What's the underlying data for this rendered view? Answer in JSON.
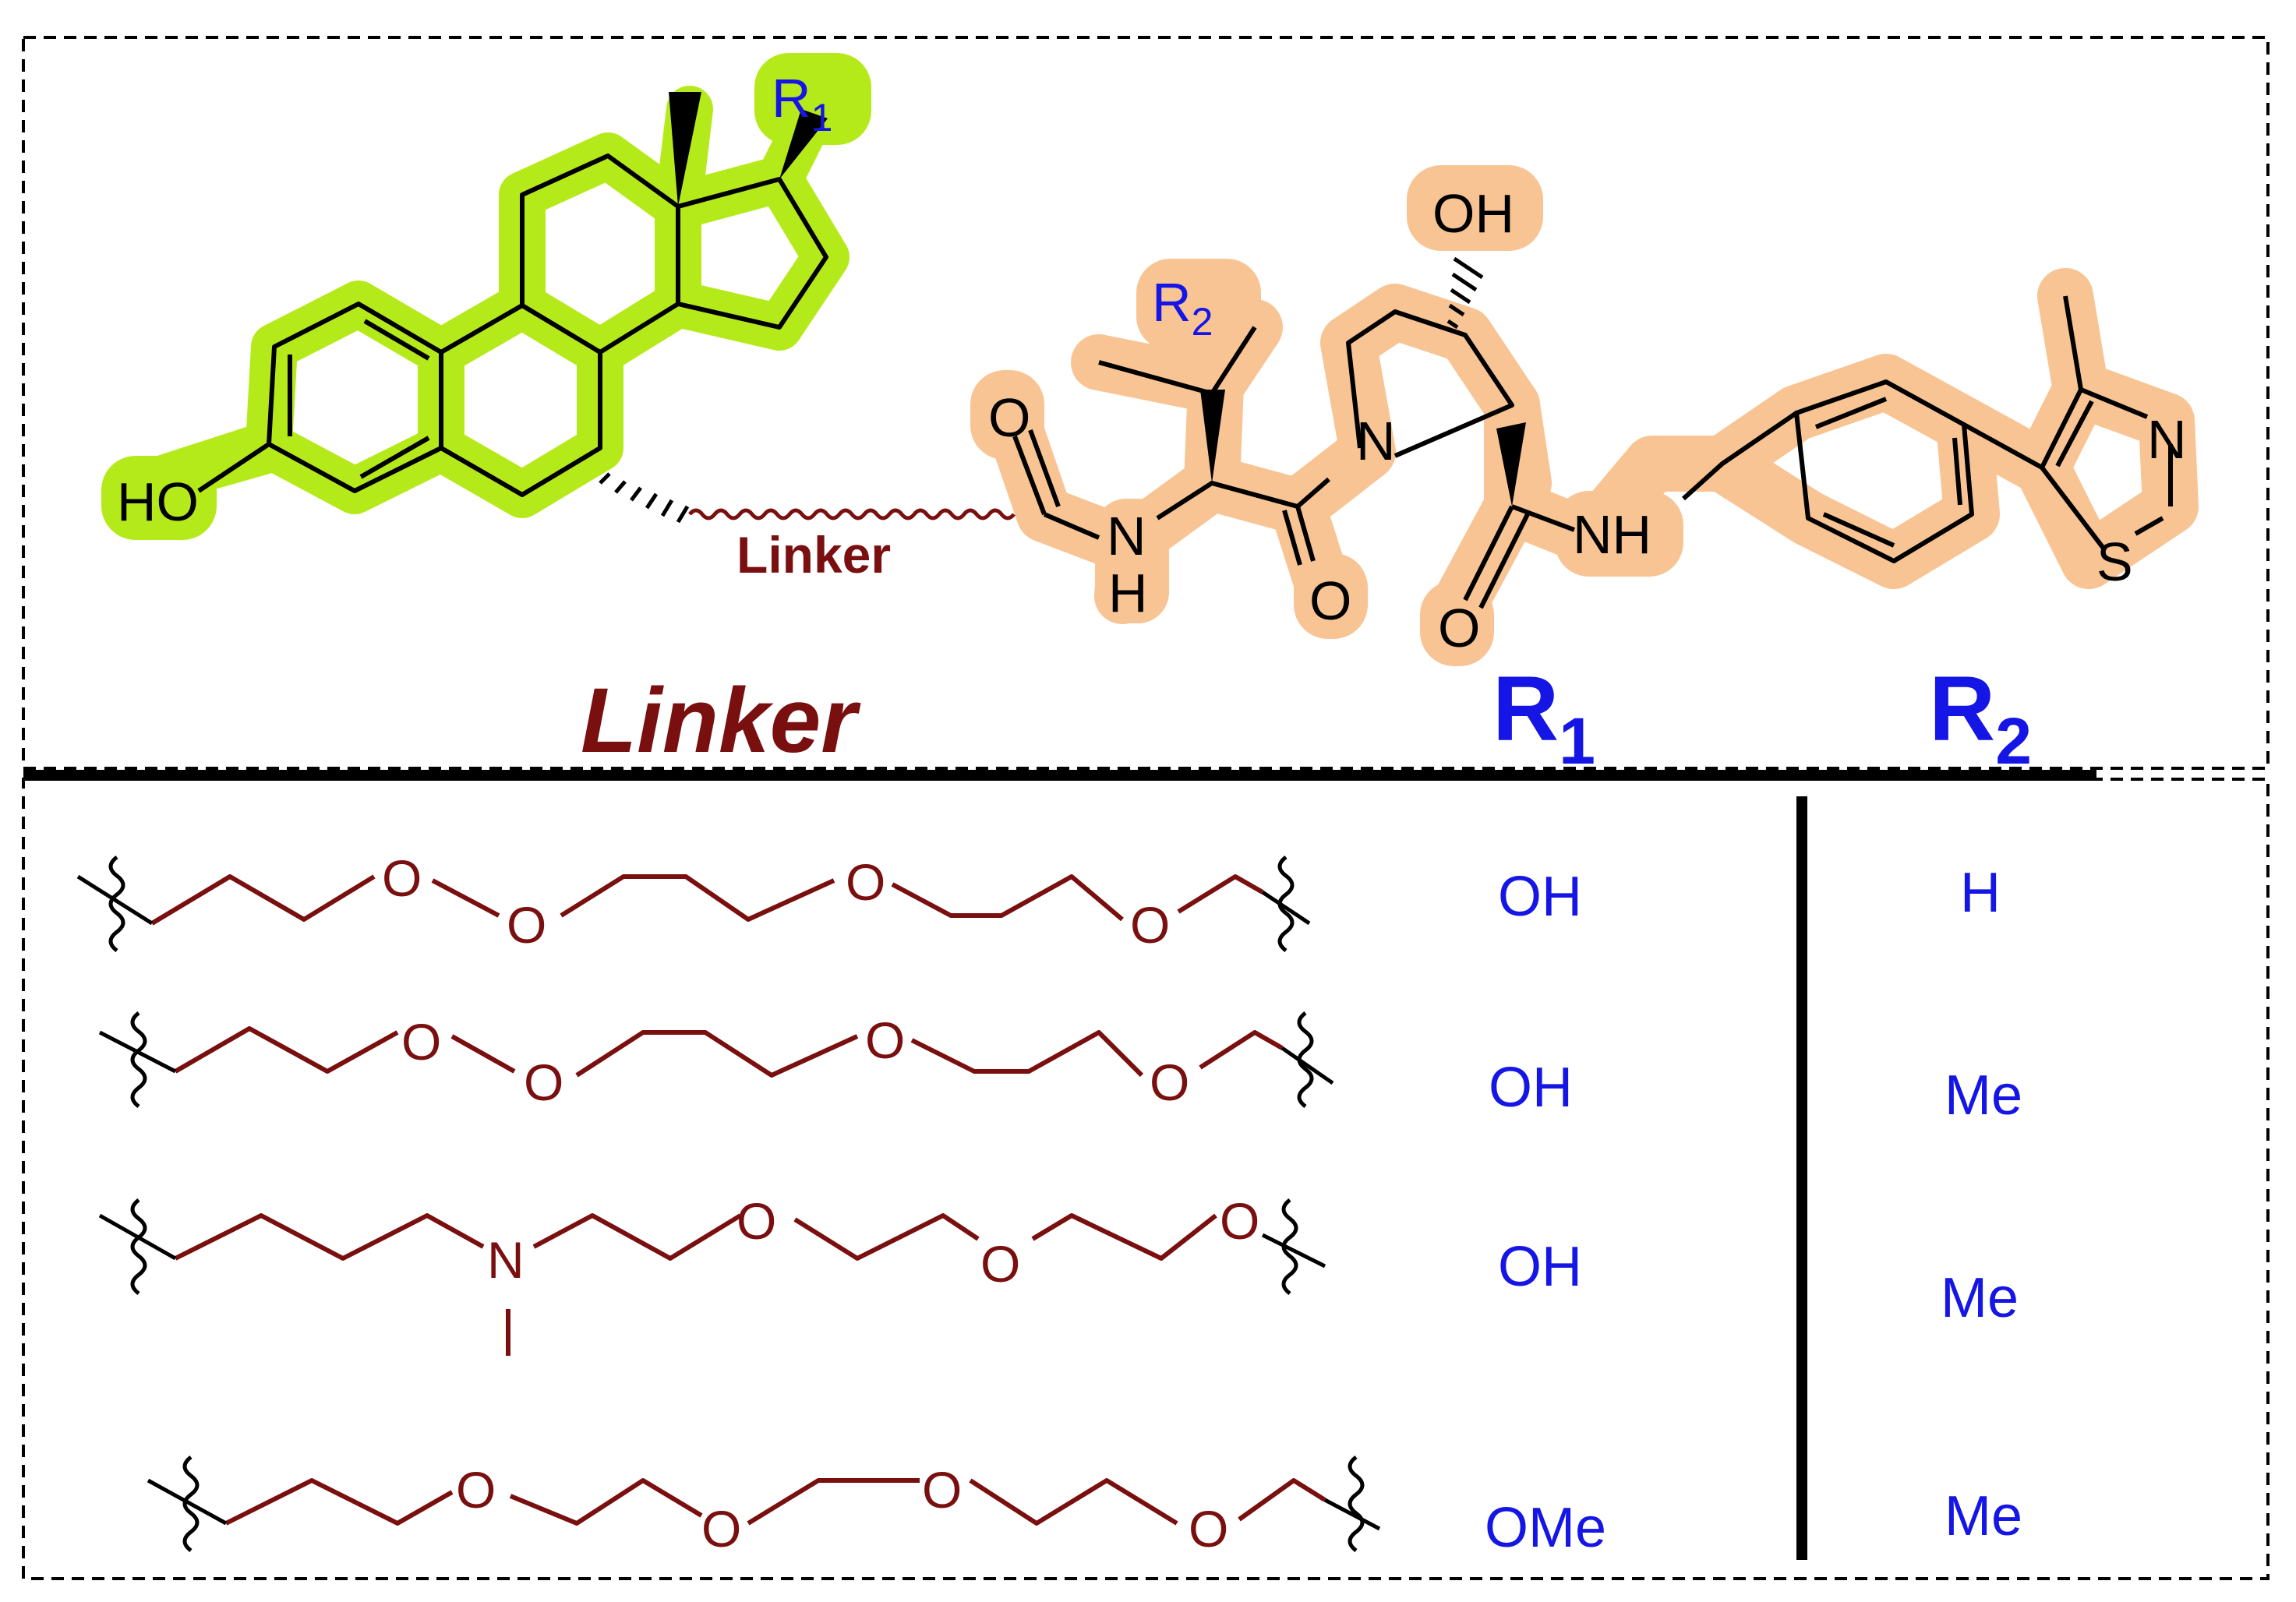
{
  "structure": {
    "atom_ho": "HO",
    "atom_r1_main": "R",
    "atom_r1_sub": "1",
    "atom_oh_top": "OH",
    "atom_r2_main": "R",
    "atom_r2_sub": "2",
    "atom_n_ring": "N",
    "atom_nh_left_n": "N",
    "atom_nh_left_h": "H",
    "atom_nh_right": "NH",
    "atom_o_amide1": "O",
    "atom_o_amide2": "O",
    "atom_o_amide3": "O",
    "atom_n_thiazole": "N",
    "atom_s_thiazole": "S",
    "linker_label": "Linker"
  },
  "table": {
    "header_linker": "Linker",
    "header_r1_main": "R",
    "header_r1_sub": "1",
    "header_r2_main": "R",
    "header_r2_sub": "2",
    "rows": [
      {
        "r1": "OH",
        "r2": "H",
        "linker_atoms": [
          "O",
          "O",
          "O",
          "O"
        ]
      },
      {
        "r1": "OH",
        "r2": "Me",
        "linker_atoms": [
          "O",
          "O",
          "O",
          "O"
        ]
      },
      {
        "r1": "OH",
        "r2": "Me",
        "linker_atoms": [
          "N",
          "O",
          "O",
          "O"
        ]
      },
      {
        "r1": "OMe",
        "r2": "Me",
        "linker_atoms": [
          "O",
          "O",
          "O",
          "O"
        ]
      }
    ]
  },
  "colors": {
    "steroid_highlight": "#b5ea1a",
    "vhl_highlight": "#f8c494",
    "linker_color": "#7a0f0f",
    "label_blue": "#1515e6",
    "bond_black": "#000000"
  }
}
